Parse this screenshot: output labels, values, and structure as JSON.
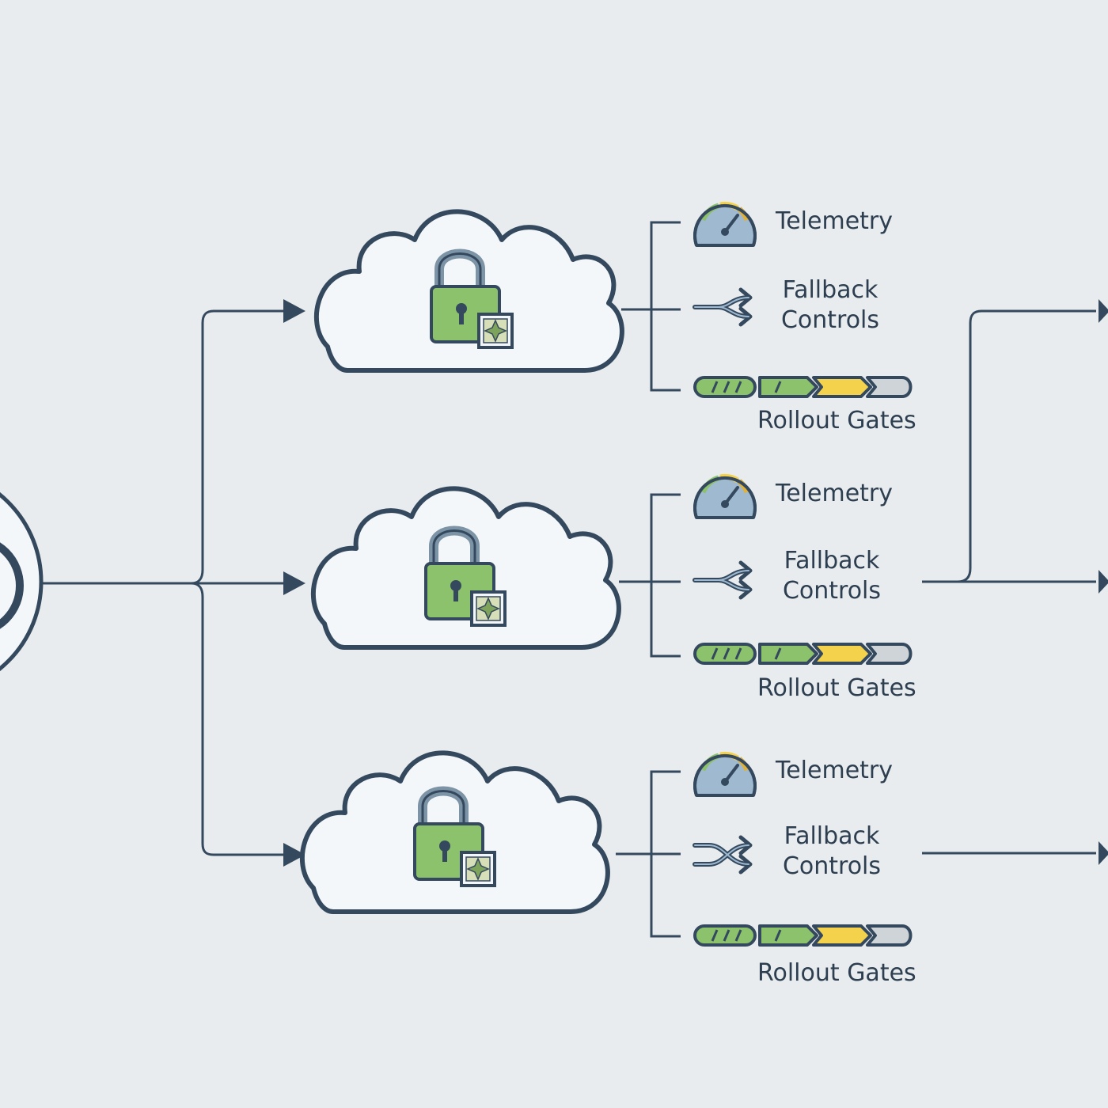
{
  "colors": {
    "background": "#e9ecee",
    "stroke": "#34495e",
    "cloud_fill": "#f4f7fa",
    "lock_green": "#8cc26c",
    "lock_shackle": "#7d93a6",
    "gauge_blue": "#9fb9d0",
    "gate_green": "#8cc26c",
    "gate_yellow": "#f4d24b",
    "gate_gray": "#cfd4d8"
  },
  "source_node": {
    "icon": "circle-node-icon"
  },
  "branches": [
    {
      "cloud_icon": "cloud-icon",
      "lock_icon": "padlock-icon",
      "chip_icon": "chip-icon",
      "items": [
        {
          "icon": "gauge-icon",
          "label": "Telemetry"
        },
        {
          "icon": "fork-arrows-icon",
          "label_line1": "Fallback",
          "label_line2": "Controls"
        },
        {
          "icon": "progress-gates-icon",
          "label": "Rollout Gates"
        }
      ]
    },
    {
      "cloud_icon": "cloud-icon",
      "lock_icon": "padlock-icon",
      "chip_icon": "chip-icon",
      "items": [
        {
          "icon": "gauge-icon",
          "label": "Telemetry"
        },
        {
          "icon": "fork-arrows-icon",
          "label_line1": "Fallback",
          "label_line2": "Controls"
        },
        {
          "icon": "progress-gates-icon",
          "label": "Rollout Gates"
        }
      ]
    },
    {
      "cloud_icon": "cloud-icon",
      "lock_icon": "padlock-icon",
      "chip_icon": "chip-icon",
      "items": [
        {
          "icon": "gauge-icon",
          "label": "Telemetry"
        },
        {
          "icon": "shuffle-arrows-icon",
          "label_line1": "Fallback",
          "label_line2": "Controls"
        },
        {
          "icon": "progress-gates-icon",
          "label": "Rollout Gates"
        }
      ]
    }
  ]
}
